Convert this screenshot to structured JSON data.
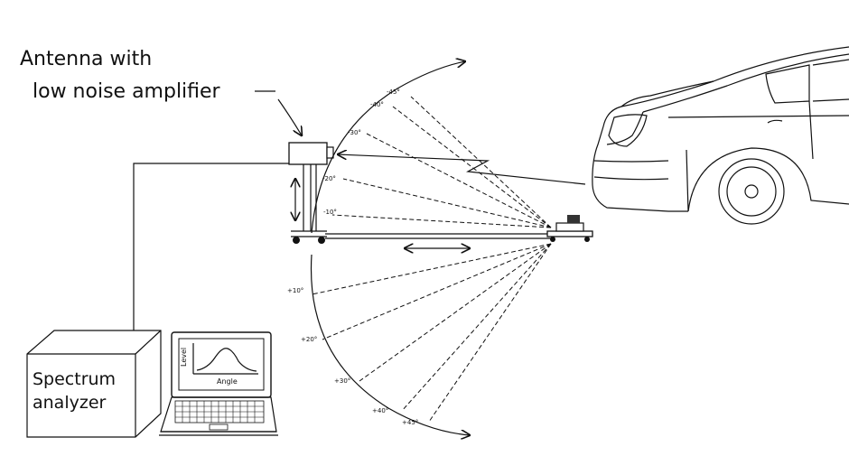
{
  "labels": {
    "antenna_line1": "Antenna with",
    "antenna_line2": "low noise amplifier",
    "analyzer_line1": "Spectrum",
    "analyzer_line2": "analyzer",
    "screen_ylabel": "Level",
    "screen_xlabel": "Angle"
  },
  "angle_labels": {
    "m45": "-45°",
    "m40": "-40°",
    "m30": "-30°",
    "m20": "-20°",
    "m10": "-10°",
    "p10": "+10°",
    "p20": "+20°",
    "p30": "+30°",
    "p40": "+40°",
    "p45": "+45°"
  }
}
